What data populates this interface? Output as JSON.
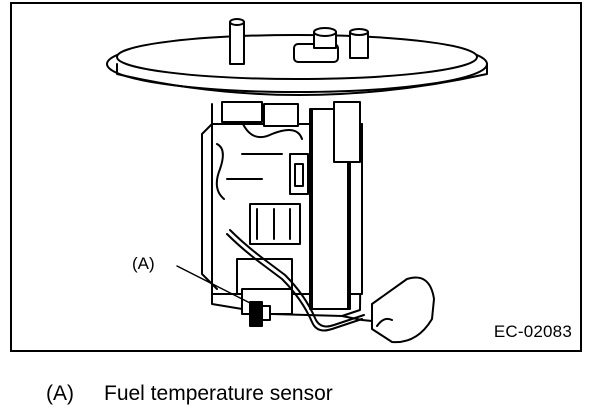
{
  "figure": {
    "callout_marker": "(A)",
    "figure_code": "EC-02083"
  },
  "legend": {
    "items": [
      {
        "key": "(A)",
        "label": "Fuel temperature sensor"
      }
    ]
  }
}
